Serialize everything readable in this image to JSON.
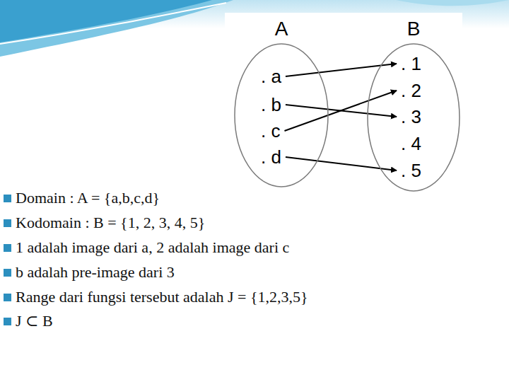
{
  "diagram": {
    "nodes": [
      {
        "text": [
          "A"
        ]
      },
      {
        "text": [
          ". a"
        ],
        "in": 0
      },
      {
        "text": [
          ". b"
        ],
        "in": 0
      },
      {
        "text": [
          ". c"
        ],
        "in": 0
      },
      {
        "text": [
          ". d"
        ],
        "in": 0
      },
      {
        "text": [
          "B"
        ]
      },
      {
        "text": [
          ". 1"
        ],
        "in": 5
      },
      {
        "text": [
          ". 2"
        ],
        "in": 5
      },
      {
        "text": [
          ". 3"
        ],
        "in": 5
      },
      {
        "text": [
          ". 4"
        ],
        "in": 5
      },
      {
        "text": [
          ". 5"
        ],
        "in": 5
      }
    ],
    "edges": [
      {
        "from": 1,
        "to": 6,
        "arrow": "to"
      },
      {
        "from": 2,
        "to": 8,
        "arrow": "to"
      },
      {
        "from": 3,
        "to": 7,
        "arrow": "to"
      },
      {
        "from": 4,
        "to": 10,
        "arrow": "to"
      }
    ],
    "labels": [
      "Domain : A = {a,b,c,d}",
      "Kodomain : B = {1, 2, 3, 4, 5}",
      "1 adalah image dari a, 2 adalah image dari c",
      "b adalah pre-image dari 3",
      "Range dari fungsi tersebut adalah J = {1,2,3,5}",
      "J ⊂ B"
    ]
  }
}
